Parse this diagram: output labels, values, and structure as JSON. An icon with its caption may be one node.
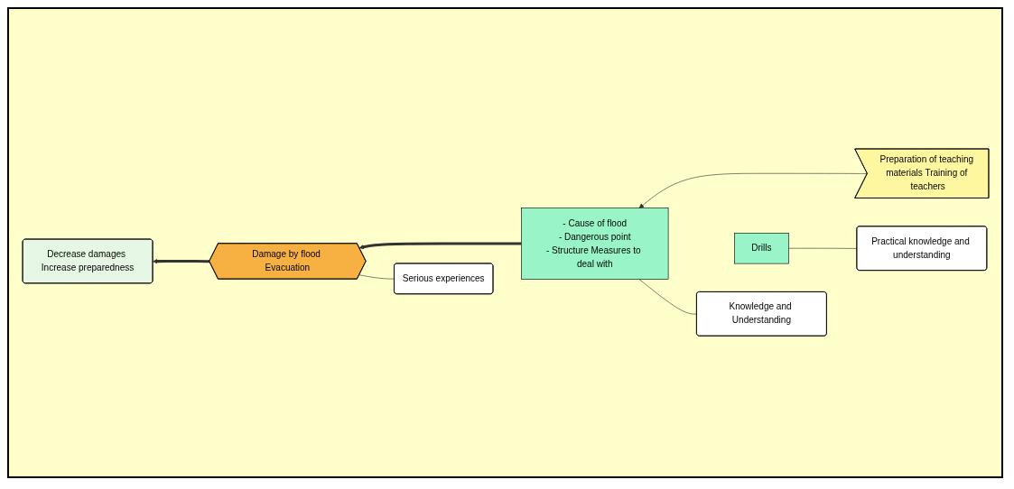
{
  "diagram": {
    "nodes": [
      {
        "text": [
          "Decrease damages Increase preparedness"
        ]
      },
      {
        "text": [
          "Serious experiences"
        ]
      },
      {
        "text": [
          "Damage by flood Evacuation"
        ]
      },
      {
        "text": [
          "Knowledge and Understanding"
        ]
      },
      {
        "text": [
          "- Cause of flood",
          "- Dangerous point",
          "- Structure Measures to deal with"
        ]
      },
      {
        "text": [
          "Drills"
        ]
      },
      {
        "text": [
          "Practical knowledge and understanding"
        ]
      },
      {
        "text": [
          "Preparation of teaching materials Training of teachers"
        ]
      }
    ],
    "edges": [
      {
        "from": 2,
        "to": 0,
        "arrow": "to",
        "style": "thick"
      },
      {
        "from": 4,
        "to": 2,
        "arrow": "to",
        "style": "thick"
      },
      {
        "from": 7,
        "to": 4,
        "arrow": "to"
      },
      {
        "from": 1,
        "to": 2,
        "arrow": "none"
      },
      {
        "from": 3,
        "to": 4,
        "arrow": "none"
      },
      {
        "from": 6,
        "to": 5,
        "arrow": "none"
      }
    ]
  }
}
